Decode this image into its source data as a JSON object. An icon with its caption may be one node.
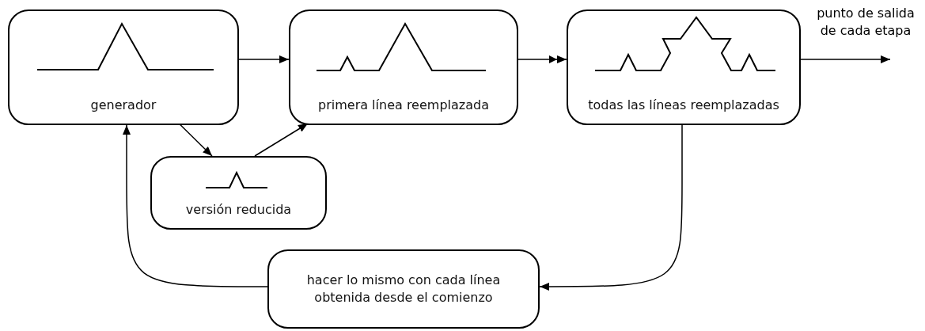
{
  "diagram": {
    "nodes": [
      {
        "text": [
          "generador"
        ]
      },
      {
        "text": [
          "primera línea reemplazada"
        ]
      },
      {
        "text": [
          "todas las líneas reemplazadas"
        ]
      },
      {
        "text": [
          "versión reducida"
        ]
      },
      {
        "text": [
          "hacer lo mismo con cada línea obtenida desde el comienzo"
        ]
      }
    ],
    "edges": [
      {
        "from": 0,
        "to": 1,
        "arrow": "to"
      },
      {
        "from": 0,
        "to": 3,
        "arrow": "to"
      },
      {
        "from": 3,
        "to": 1,
        "arrow": "to"
      },
      {
        "from": 1,
        "to": 2,
        "arrow": "to"
      },
      {
        "from": 2,
        "to": 4,
        "arrow": "to"
      },
      {
        "from": 4,
        "to": 0,
        "arrow": "to"
      },
      {
        "from": 2,
        "to": null,
        "arrow": "to",
        "label": "punto de salida de cada etapa"
      }
    ]
  }
}
